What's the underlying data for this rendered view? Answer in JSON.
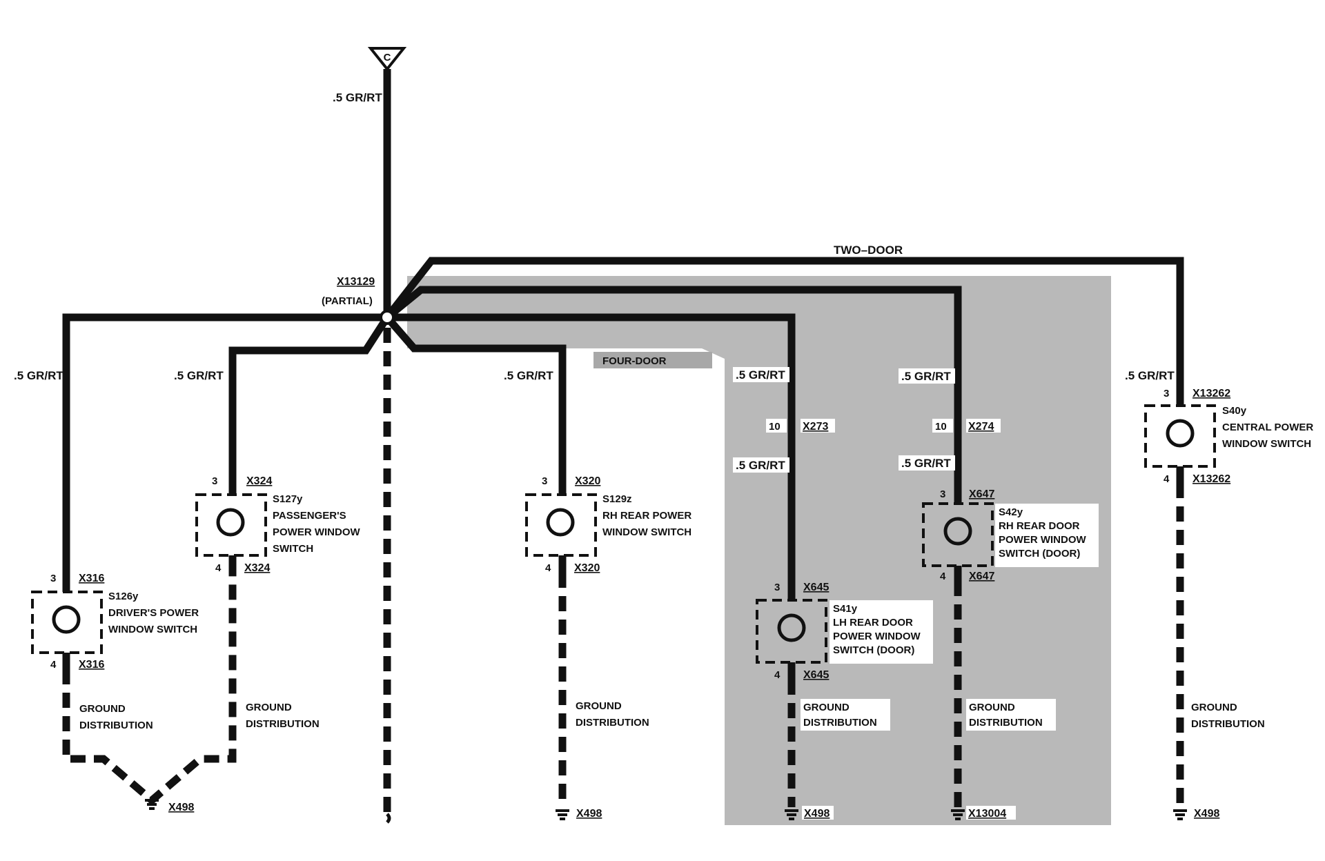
{
  "feed": {
    "connector_letter": "C",
    "top_wire": ".5 GR/RT"
  },
  "splice": {
    "id": "X13129",
    "note": "(PARTIAL)"
  },
  "option_labels": {
    "two_door": "TWO–DOOR",
    "four_door": "FOUR-DOOR"
  },
  "switches": [
    {
      "id": "S126y",
      "lines": [
        "DRIVER'S POWER",
        "WINDOW SWITCH"
      ],
      "pin_top": "3",
      "conn_top": "X316",
      "pin_bot": "4",
      "conn_bot": "X316",
      "wire": ".5 GR/RT",
      "ground_text": [
        "GROUND",
        "DISTRIBUTION"
      ]
    },
    {
      "id": "S127y",
      "lines": [
        "PASSENGER'S",
        "POWER WINDOW",
        "SWITCH"
      ],
      "pin_top": "3",
      "conn_top": "X324",
      "pin_bot": "4",
      "conn_bot": "X324",
      "wire": ".5 GR/RT",
      "ground_text": [
        "GROUND",
        "DISTRIBUTION"
      ]
    },
    {
      "id": "S129z",
      "lines": [
        "RH REAR POWER",
        "WINDOW SWITCH"
      ],
      "pin_top": "3",
      "conn_top": "X320",
      "pin_bot": "4",
      "conn_bot": "X320",
      "wire": ".5 GR/RT",
      "ground_text": [
        "GROUND",
        "DISTRIBUTION"
      ],
      "ground_conn": "X498"
    },
    {
      "id": "S41y",
      "lines": [
        "LH REAR DOOR",
        "POWER WINDOW",
        "SWITCH (DOOR)"
      ],
      "pin_mid": "10",
      "conn_mid": "X273",
      "pin_top": "3",
      "conn_top": "X645",
      "pin_bot": "4",
      "conn_bot": "X645",
      "wire": ".5 GR/RT",
      "wire2": ".5 GR/RT",
      "ground_text": [
        "GROUND",
        "DISTRIBUTION"
      ],
      "ground_conn": "X498"
    },
    {
      "id": "S42y",
      "lines": [
        "RH REAR DOOR",
        "POWER WINDOW",
        "SWITCH (DOOR)"
      ],
      "pin_mid": "10",
      "conn_mid": "X274",
      "pin_top": "3",
      "conn_top": "X647",
      "pin_bot": "4",
      "conn_bot": "X647",
      "wire": ".5 GR/RT",
      "wire2": ".5 GR/RT",
      "ground_text": [
        "GROUND",
        "DISTRIBUTION"
      ],
      "ground_conn": "X13004"
    },
    {
      "id": "S40y",
      "lines": [
        "CENTRAL POWER",
        "WINDOW SWITCH"
      ],
      "pin_top": "3",
      "conn_top": "X13262",
      "pin_bot": "4",
      "conn_bot": "X13262",
      "wire": ".5 GR/RT",
      "ground_text": [
        "GROUND",
        "DISTRIBUTION"
      ],
      "ground_conn": "X498"
    }
  ],
  "shared_ground_conn": "X498"
}
